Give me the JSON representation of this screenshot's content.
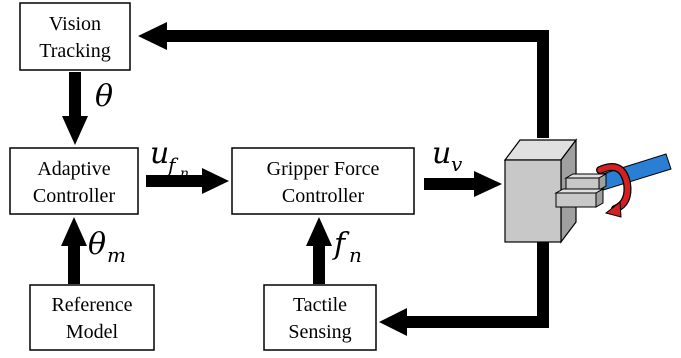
{
  "blocks": {
    "vision_tracking": {
      "line1": "Vision",
      "line2": "Tracking"
    },
    "adaptive_controller": {
      "line1": "Adaptive",
      "line2": "Controller"
    },
    "gripper_force_controller": {
      "line1": "Gripper Force",
      "line2": "Controller"
    },
    "reference_model": {
      "line1": "Reference",
      "line2": "Model"
    },
    "tactile_sensing": {
      "line1": "Tactile",
      "line2": "Sensing"
    }
  },
  "signals": {
    "theta": {
      "symbol": "θ"
    },
    "theta_m": {
      "symbol": "θ",
      "subscript": "m"
    },
    "u_fn": {
      "symbol": "u",
      "subscript": "f",
      "subsubscript": "n"
    },
    "u_v": {
      "symbol": "u",
      "subscript": "v"
    },
    "f_n": {
      "symbol": "f",
      "subscript": "n"
    }
  },
  "colors": {
    "stroke": "#000000",
    "gripper_body": "#c8c8c8",
    "gripper_side": "#a0a0a0",
    "gripper_top": "#e0e0e0",
    "cable": "#2a7fd4",
    "rotation_arrow": "#d42020"
  }
}
